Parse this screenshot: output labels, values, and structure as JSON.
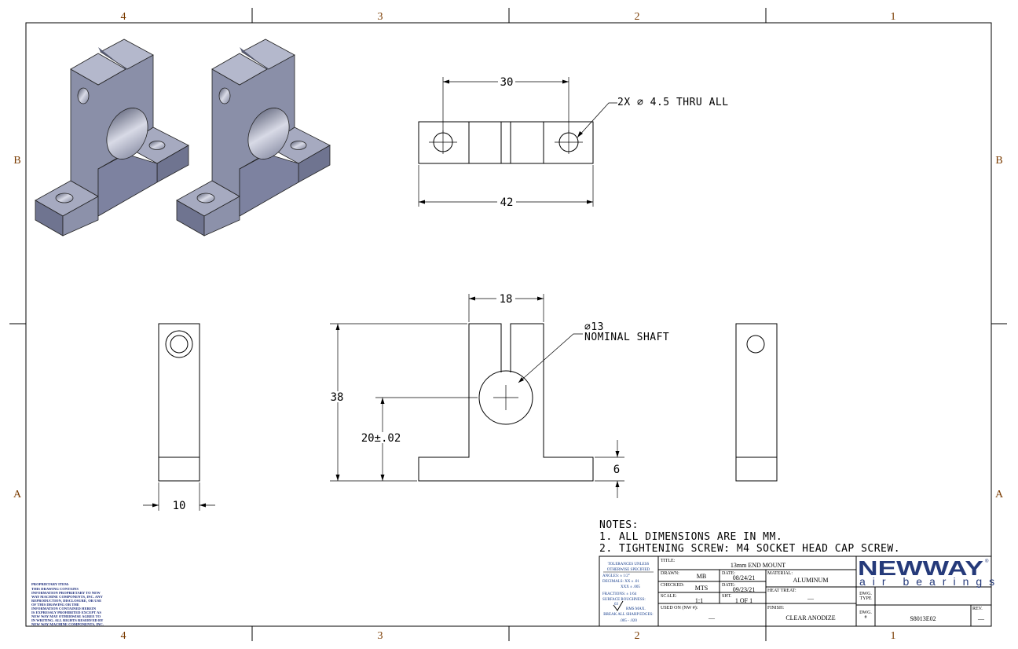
{
  "zones": {
    "cols": [
      "4",
      "3",
      "2",
      "1"
    ],
    "rows": [
      "B",
      "A"
    ]
  },
  "top_view": {
    "dim_width_holes": "30",
    "dim_overall": "42",
    "hole_callout": "2X ⌀ 4.5 THRU ALL"
  },
  "front_view": {
    "dim_slot_width": "18",
    "dim_height": "38",
    "dim_center_height": "20±.02",
    "dim_base_thickness": "6",
    "shaft_callout_1": "⌀13",
    "shaft_callout_2": "NOMINAL SHAFT"
  },
  "side_view": {
    "dim_width": "10"
  },
  "notes": {
    "title": "NOTES:",
    "items": [
      "1.   ALL DIMENSIONS ARE IN MM.",
      "2.   TIGHTENING SCREW: M4 SOCKET HEAD CAP SCREW."
    ]
  },
  "tolerances": {
    "l1": "TOLERANCES UNLESS",
    "l2": "OTHERWISE SPECIFIED",
    "l3": "ANGLES: ± 1/2°",
    "l4": "DECIMALS: XX ± .01",
    "l5": "XXX ± .005",
    "l6": "FRACTIONS: ± 1/64",
    "l7": "SURFACE ROUGHNESS:",
    "l8": "63",
    "l9": "RMS MAX.",
    "l10": "BREAK ALL SHARP EDGES:",
    "l11": ".005 - .020"
  },
  "title_block": {
    "title_label": "TITLE:",
    "title": "13mm END MOUNT",
    "drawn_label": "DRAWN:",
    "drawn": "MB",
    "date1_label": "DATE:",
    "date1": "08/24/21",
    "checked_label": "CHECKED:",
    "checked": "MTS",
    "date2_label": "DATE:",
    "date2": "09/23/21",
    "scale_label": "SCALE:",
    "scale": "1:1",
    "sheet_label": "SHT.",
    "sheet": "1 OF 1",
    "used_on_label": "USED ON (NW #):",
    "used_on": "—",
    "material_label": "MATERIAL:",
    "material": "ALUMINUM",
    "heat_treat_label": "HEAT TREAT:",
    "heat_treat": "—",
    "finish_label": "FINISH:",
    "finish": "CLEAR ANODIZE",
    "dwg_type_label1": "DWG.",
    "dwg_type_label2": "TYPE",
    "dwg_no_label1": "DWG.",
    "dwg_no_label2": "#",
    "dwg_no": "S8013E02",
    "rev_label": "REV.",
    "rev": "—"
  },
  "logo": {
    "brand": "NEWWAY",
    "reg": "®",
    "tagline": "air bearings",
    "color": "#253a7a"
  },
  "proprietary": {
    "title": "PROPRIETARY ITEM:",
    "lines": [
      "THIS DRAWING CONTAINS",
      "INFORMATION PROPRIETARY TO NEW",
      "WAY MACHINE COMPONENTS, INC. ANY",
      "REPRODUCTION, DISCLOSURE, OR USE",
      "OF THIS DRAWING OR THE",
      "INFORMATION CONTAINED HEREIN",
      "IS EXPRESSLY PROHIBITED EXCEPT AS",
      "NEW WAY MAY OTHERWISE AGREE TO",
      "IN WRITING. ALL RIGHTS RESERVED BY",
      "NEW WAY MACHINE COMPONENTS, INC."
    ]
  }
}
